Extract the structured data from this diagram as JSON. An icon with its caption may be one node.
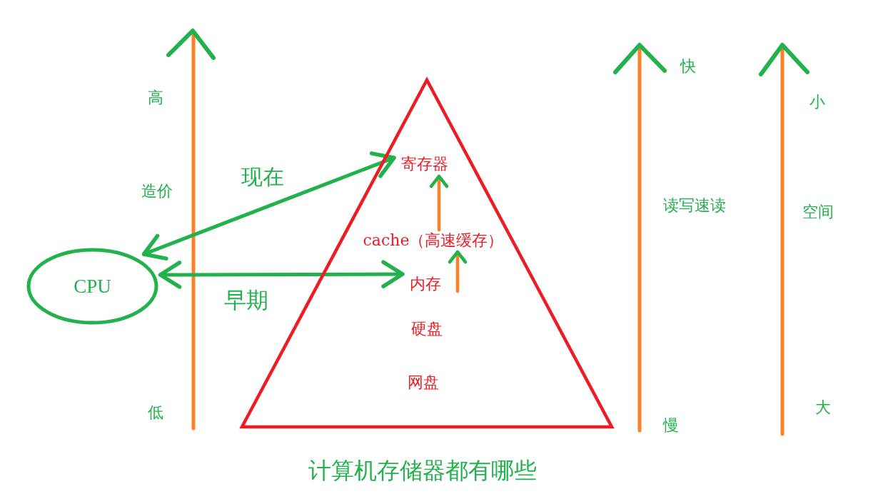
{
  "diagram": {
    "caption": "计算机存储器都有哪些",
    "nodes": [
      {
        "text": [
          "CPU"
        ]
      },
      {
        "text": [],
        "shape": "triangle"
      },
      {
        "text": [
          "寄存器"
        ],
        "in": 1
      },
      {
        "text": [
          "cache（高速缓存）"
        ],
        "in": 1
      },
      {
        "text": [
          "内存"
        ],
        "in": 1
      },
      {
        "text": [
          "硬盘"
        ],
        "in": 1
      },
      {
        "text": [
          "网盘"
        ],
        "in": 1
      }
    ],
    "edges": [
      {
        "from": 0,
        "to": 2,
        "arrow": "both",
        "label": "现在"
      },
      {
        "from": 0,
        "to": 4,
        "arrow": "both",
        "label": "早期"
      },
      {
        "from": 4,
        "to": 3,
        "arrow": "to",
        "color": "#ff7f27"
      },
      {
        "from": 3,
        "to": 2,
        "arrow": "to",
        "color": "#ff7f27"
      }
    ],
    "labels": [
      "高",
      "造价",
      "低",
      "快",
      "读写速读",
      "慢",
      "小",
      "空间",
      "大"
    ]
  }
}
